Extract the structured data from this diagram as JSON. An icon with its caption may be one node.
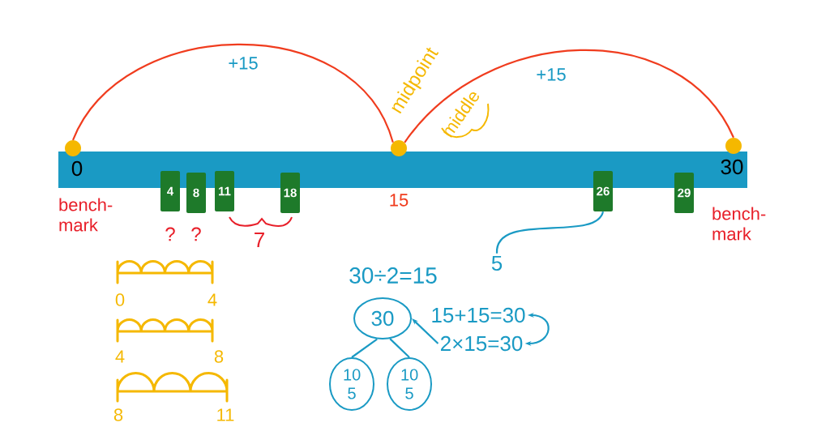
{
  "diagram": {
    "nodes": [
      {
        "text": [],
        "shape": "circle"
      },
      {
        "text": [],
        "shape": "circle"
      },
      {
        "text": [],
        "shape": "circle"
      },
      {
        "text": [
          "4"
        ]
      },
      {
        "text": [
          "8"
        ]
      },
      {
        "text": [
          "11"
        ]
      },
      {
        "text": [
          "18"
        ]
      },
      {
        "text": [
          "26"
        ]
      },
      {
        "text": [
          "29"
        ]
      },
      {
        "text": [
          "5"
        ]
      },
      {
        "text": [
          "30"
        ]
      },
      {
        "text": [
          "10 5"
        ]
      },
      {
        "text": [
          "10 5"
        ]
      },
      {
        "text": [
          "15+15=30"
        ]
      },
      {
        "text": [
          "2×15=30"
        ]
      }
    ],
    "edges": [
      {
        "from": 0,
        "to": 1,
        "arrow": "none",
        "label": "+15",
        "color": "#f03c1e"
      },
      {
        "from": 1,
        "to": 2,
        "arrow": "none",
        "label": "+15",
        "color": "#f03c1e"
      },
      {
        "from": 7,
        "to": 9,
        "arrow": "none"
      },
      {
        "from": 10,
        "to": 11,
        "arrow": "none"
      },
      {
        "from": 10,
        "to": 12,
        "arrow": "none"
      },
      {
        "from": 13,
        "to": 14,
        "arrow": "both"
      },
      {
        "from": 14,
        "to": 10,
        "arrow": "to"
      }
    ],
    "labels": [
      "midpoint",
      "middle",
      "0",
      "30",
      "bench- mark",
      "15",
      "bench- mark",
      "?",
      "?",
      "7",
      "30÷2=15",
      "0",
      "4",
      "4",
      "8",
      "8",
      "11"
    ]
  }
}
